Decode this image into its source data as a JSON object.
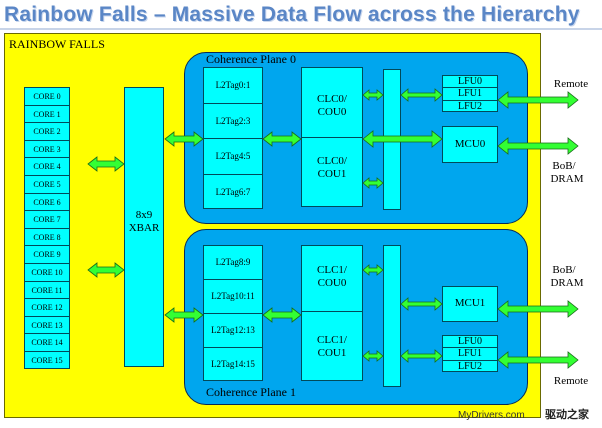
{
  "title": "Rainbow Falls – Massive Data Flow across the Hierarchy",
  "chip_label": "RAINBOW FALLS",
  "cores": [
    "CORE 0",
    "CORE 1",
    "CORE 2",
    "CORE 3",
    "CORE 4",
    "CORE 5",
    "CORE 6",
    "CORE 7",
    "CORE 8",
    "CORE 9",
    "CORE 10",
    "CORE 11",
    "CORE 12",
    "CORE 13",
    "CORE 14",
    "CORE 15"
  ],
  "xbar": [
    "8x9",
    "XBAR"
  ],
  "planes": [
    {
      "label": "Coherence Plane 0",
      "l2tags": [
        "L2Tag0:1",
        "L2Tag2:3",
        "L2Tag4:5",
        "L2Tag6:7"
      ],
      "clc_top": [
        "CLC0/",
        "COU0"
      ],
      "clc_bottom": [
        "CLC0/",
        "COU1"
      ],
      "lfus": [
        "LFU0",
        "LFU1",
        "LFU2"
      ],
      "mcu": "MCU0"
    },
    {
      "label": "Coherence Plane 1",
      "l2tags": [
        "L2Tag8:9",
        "L2Tag10:11",
        "L2Tag12:13",
        "L2Tag14:15"
      ],
      "clc_top": [
        "CLC1/",
        "COU0"
      ],
      "clc_bottom": [
        "CLC1/",
        "COU1"
      ],
      "lfus": [
        "LFU0",
        "LFU1",
        "LFU2"
      ],
      "mcu": "MCU1"
    }
  ],
  "external": {
    "remote_top": "Remote",
    "bob_dram_top": [
      "BoB/",
      "DRAM"
    ],
    "bob_dram_bottom": [
      "BoB/",
      "DRAM"
    ],
    "remote_bottom": "Remote"
  },
  "watermark": "MyDrivers.com",
  "watermark_cn": "驱动之家",
  "colors": {
    "chip": "#ffff00",
    "plane": "#00a6ee",
    "block": "#00ffff",
    "arrow": "#33ff33",
    "title": "#5a86c6"
  }
}
